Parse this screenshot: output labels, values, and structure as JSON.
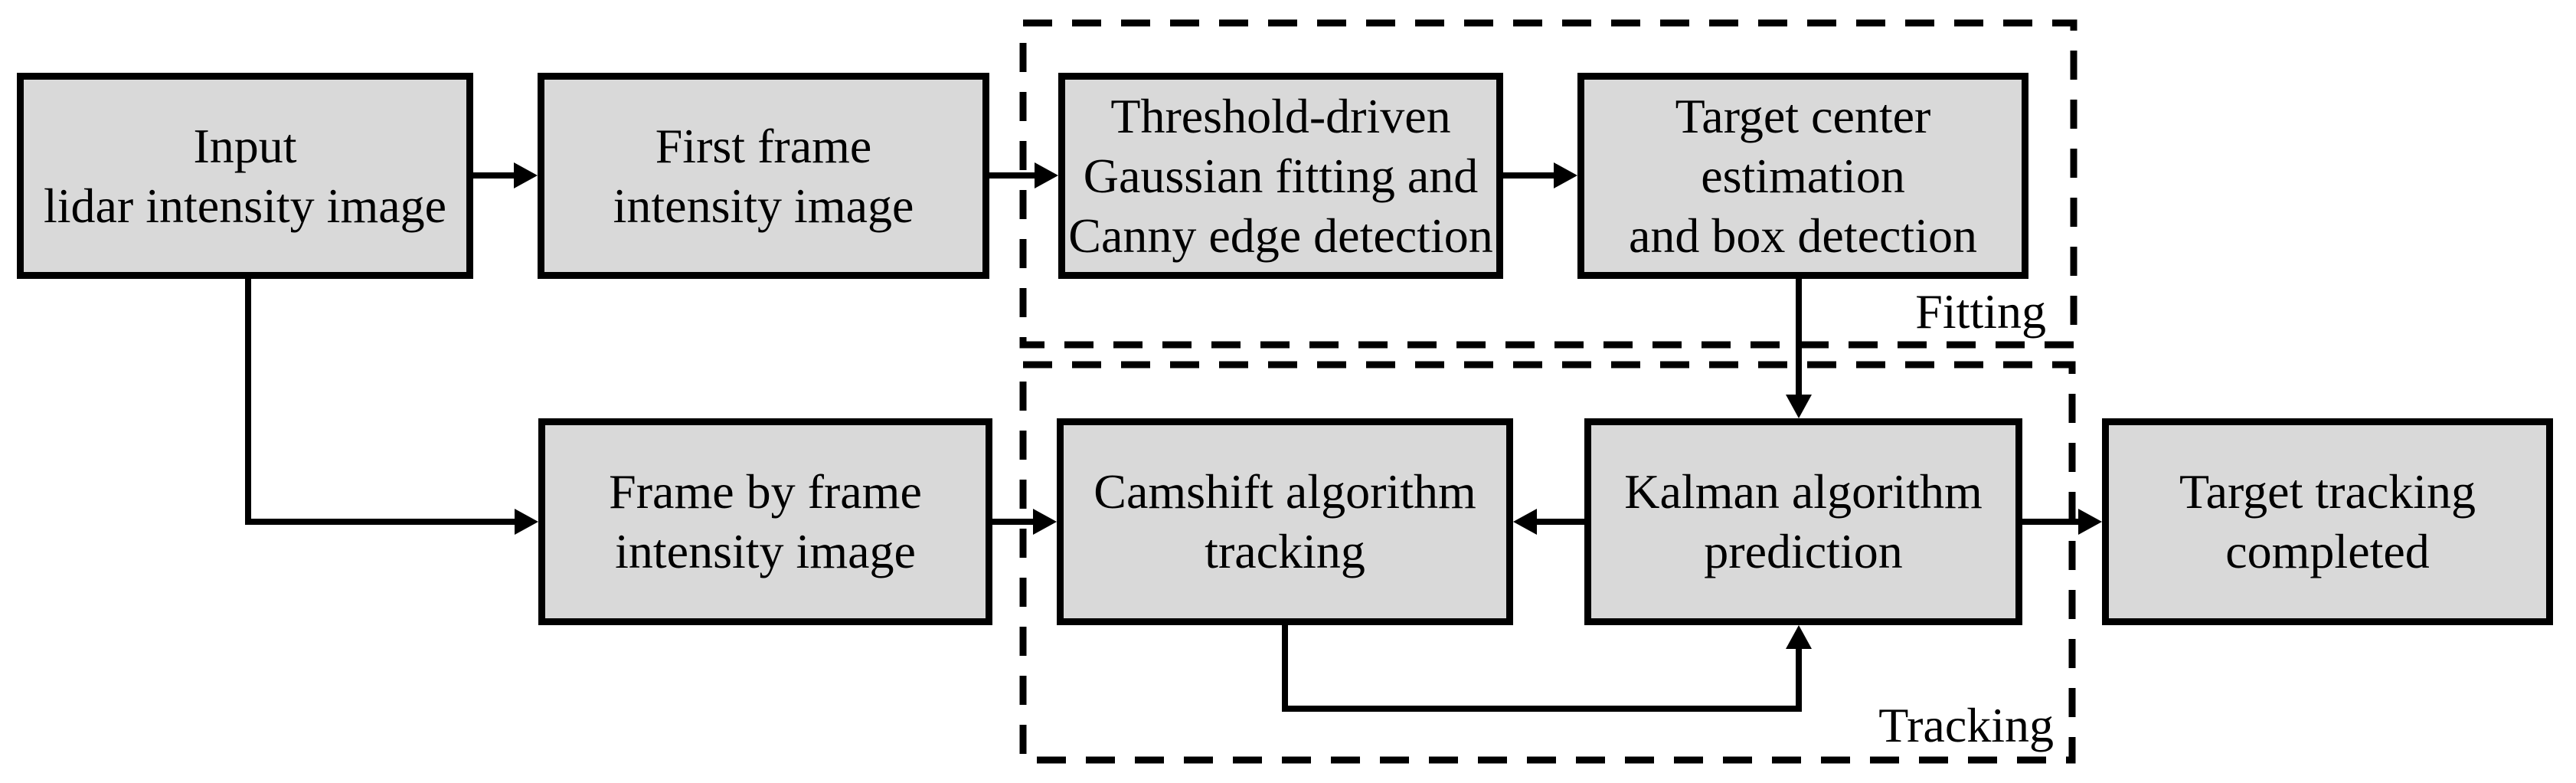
{
  "figure": {
    "type": "flowchart",
    "colors": {
      "background": "#ffffff",
      "box_fill": "#d9d9d9",
      "line": "#000000"
    },
    "boxes": {
      "input": {
        "line1": "Input",
        "line2": "lidar intensity image"
      },
      "first_frame": {
        "line1": "First frame",
        "line2": "intensity image"
      },
      "threshold": {
        "line1": "Threshold-driven",
        "line2": "Gaussian fitting and",
        "line3": "Canny edge detection"
      },
      "target_center": {
        "line1": "Target center",
        "line2": "estimation",
        "line3": "and box detection"
      },
      "frame_by_frame": {
        "line1": "Frame by frame",
        "line2": "intensity image"
      },
      "camshift": {
        "line1": "Camshift algorithm",
        "line2": "tracking"
      },
      "kalman": {
        "line1": "Kalman algorithm",
        "line2": "prediction"
      },
      "completed": {
        "line1": "Target tracking",
        "line2": "completed"
      }
    },
    "groups": {
      "fitting_label": "Fitting",
      "tracking_label": "Tracking"
    }
  }
}
